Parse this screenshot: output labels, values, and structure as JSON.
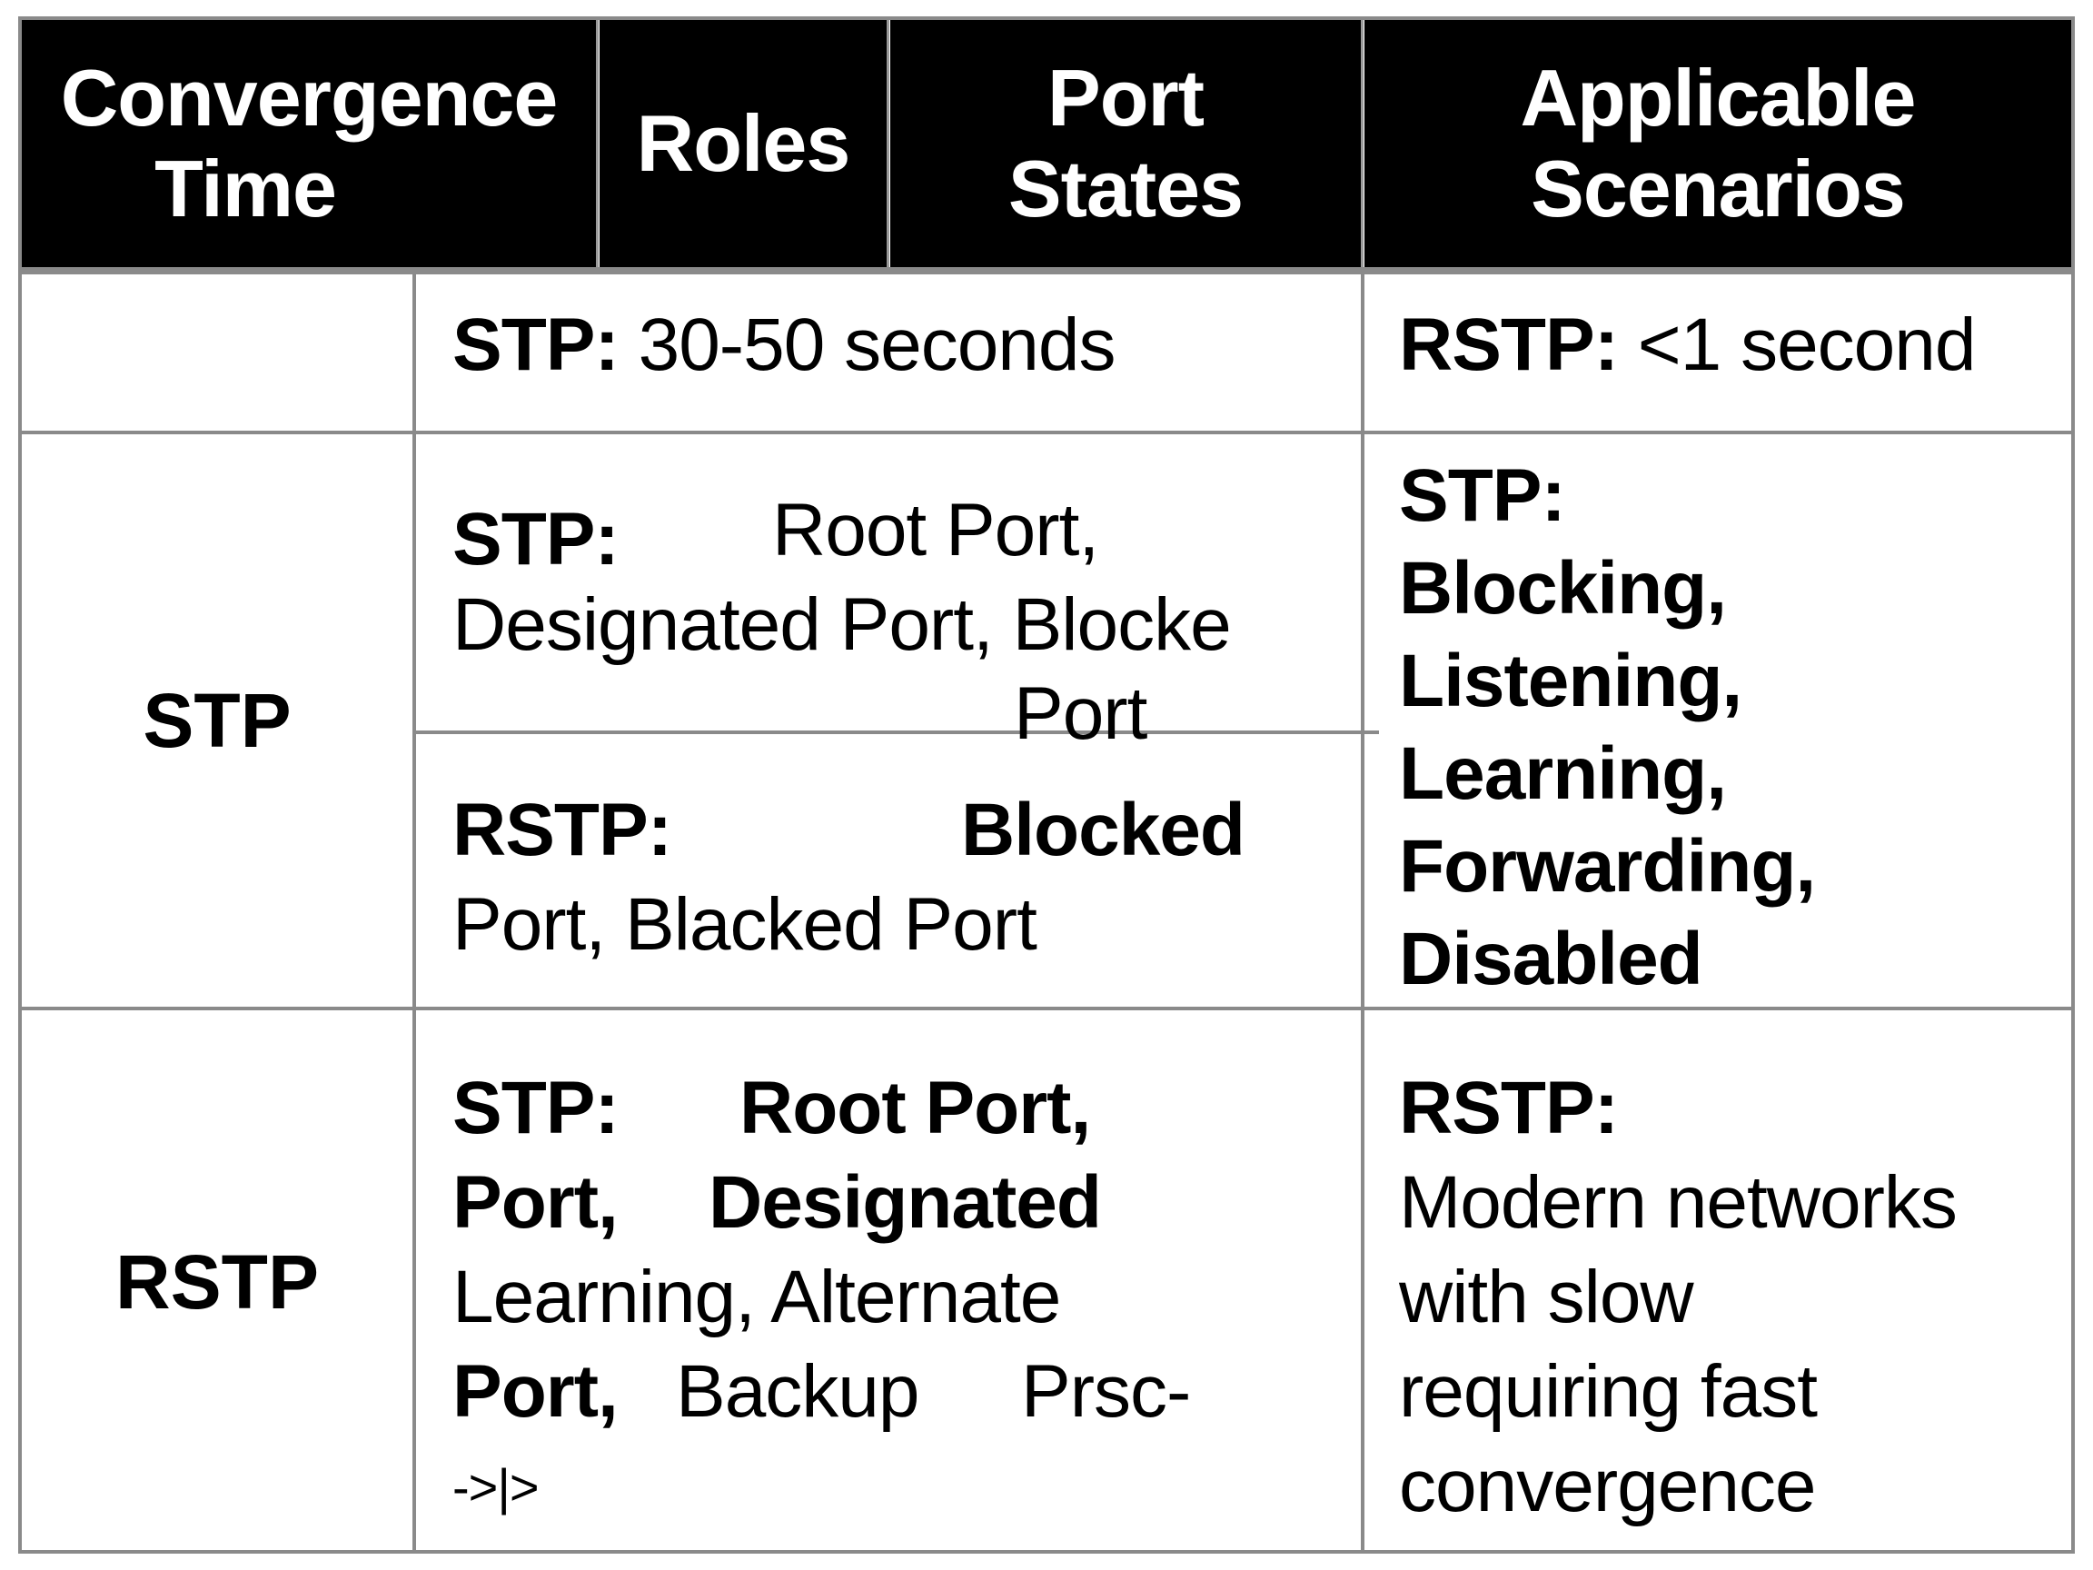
{
  "header": {
    "col1": [
      "Convergence",
      "Time"
    ],
    "col2": "Roles",
    "col3": [
      "Port",
      "States"
    ],
    "col4": [
      "Applicable",
      "Scenarios"
    ]
  },
  "row_convergence": {
    "stp_label": "STP:",
    "stp_value": "30-50 seconds",
    "rstp_label": "RSTP:",
    "rstp_value": "<1 second"
  },
  "row_stp": {
    "label": "STP",
    "roles_stp_label": "STP:",
    "roles_stp_line1": "Root Port,",
    "roles_stp_line2": "Designated Port, Blocke",
    "roles_stp_line3": "Port",
    "roles_rstp_label": "RSTP:",
    "roles_rstp_bold": "Blocked",
    "roles_rstp_line2": "Port, Blacked Port",
    "states_label": "STP:",
    "states": [
      "Blocking,",
      "Listening,",
      "Learning,",
      "Forwarding,",
      "Disabled"
    ]
  },
  "row_rstp": {
    "label": "RSTP",
    "roles_stp_label": "STP:",
    "roles_bold1": "Root Port,",
    "roles_bold2a": "Port,",
    "roles_bold2b": "Designated",
    "roles_line3": "Learning, Alternate",
    "roles_bold4": "Port,",
    "roles_line4": "Backup",
    "roles_garbled": "Prsc-",
    "roles_line5": "->|>",
    "scen_label": "RSTP:",
    "scen_lines": [
      "Modern networks",
      "with slow",
      "requiring fast",
      "convergence"
    ]
  }
}
